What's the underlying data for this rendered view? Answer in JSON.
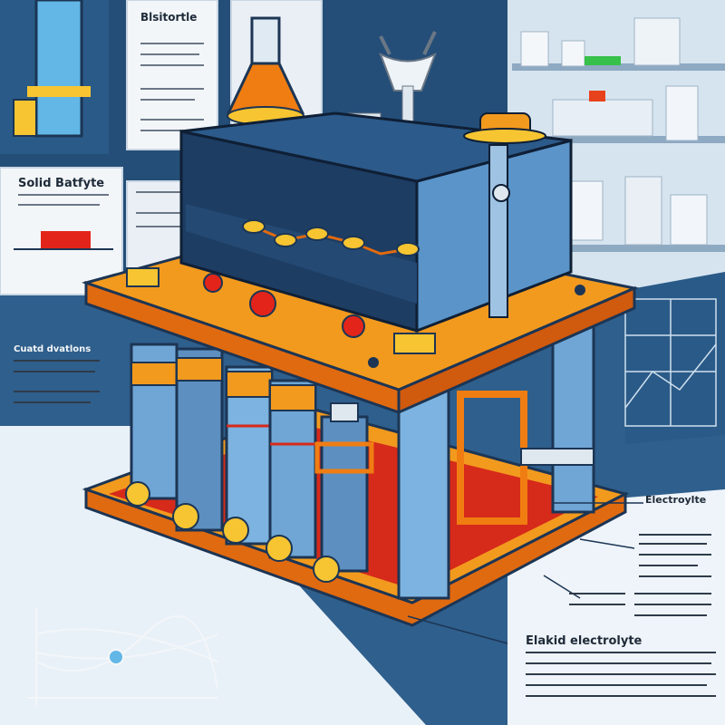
{
  "labels": {
    "top_panel_title": "Blsitortle",
    "left_panel_title": "Solid Batfyte",
    "left_side_heading": "Cuatd dvatlons",
    "electrolyte_label": "Electroylte",
    "bottom_label": "Elakid electrolyte"
  },
  "colors": {
    "background": "#2f5f8c",
    "lab_wall": "#cfe0ee",
    "floor": "#e9f1f8",
    "orange": "#f29a1e",
    "dark_orange": "#e06a10",
    "red": "#d62a1a",
    "navy": "#1c3554",
    "steel_blue": "#5d8fc0",
    "yellow": "#f7c531"
  }
}
